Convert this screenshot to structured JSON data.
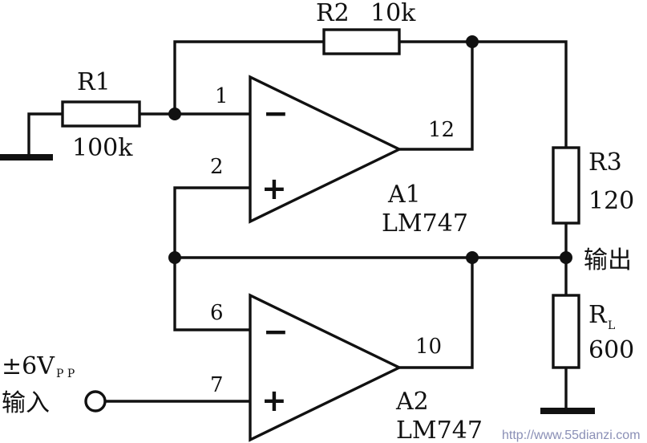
{
  "components": {
    "r1": {
      "name": "R1",
      "value": "100k"
    },
    "r2": {
      "name": "R2",
      "value": "10k"
    },
    "r3": {
      "name": "R3",
      "value": "120"
    },
    "rl": {
      "name": "R",
      "sub": "L",
      "value": "600"
    },
    "a1": {
      "name": "A1",
      "part": "LM747",
      "pin_inv": "1",
      "pin_noninv": "2",
      "pin_out": "12",
      "minus": "−",
      "plus": "+"
    },
    "a2": {
      "name": "A2",
      "part": "LM747",
      "pin_inv": "6",
      "pin_noninv": "7",
      "pin_out": "10",
      "minus": "−",
      "plus": "+"
    }
  },
  "labels": {
    "output": "输出",
    "input_level": "±6V",
    "input_level_sub": "P P",
    "input": "输入"
  },
  "watermark": "http://www.55dianzi.com"
}
